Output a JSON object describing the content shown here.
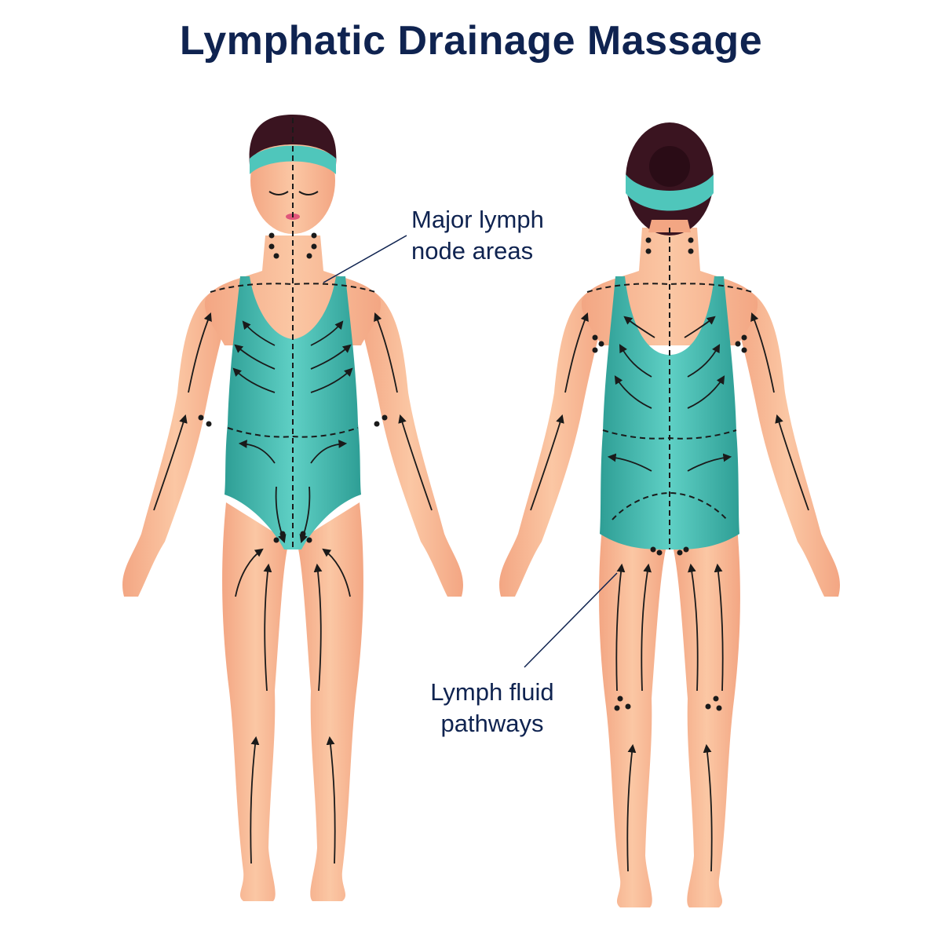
{
  "title": "Lymphatic Drainage Massage",
  "callouts": {
    "lymph_nodes": {
      "line1": "Major lymph",
      "line2": "node areas"
    },
    "fluid_pathways": {
      "line1": "Lymph fluid",
      "line2": "pathways"
    }
  },
  "colors": {
    "title": "#0f2350",
    "skin": "#f6b48f",
    "skin_shade": "#eb9a74",
    "swimsuit": "#47bfb4",
    "swimsuit_dark": "#2e9e95",
    "hair": "#3a1420",
    "headband": "#4fc6bb",
    "arrow": "#1a1a1a"
  },
  "figures": [
    {
      "view": "front"
    },
    {
      "view": "back"
    }
  ]
}
